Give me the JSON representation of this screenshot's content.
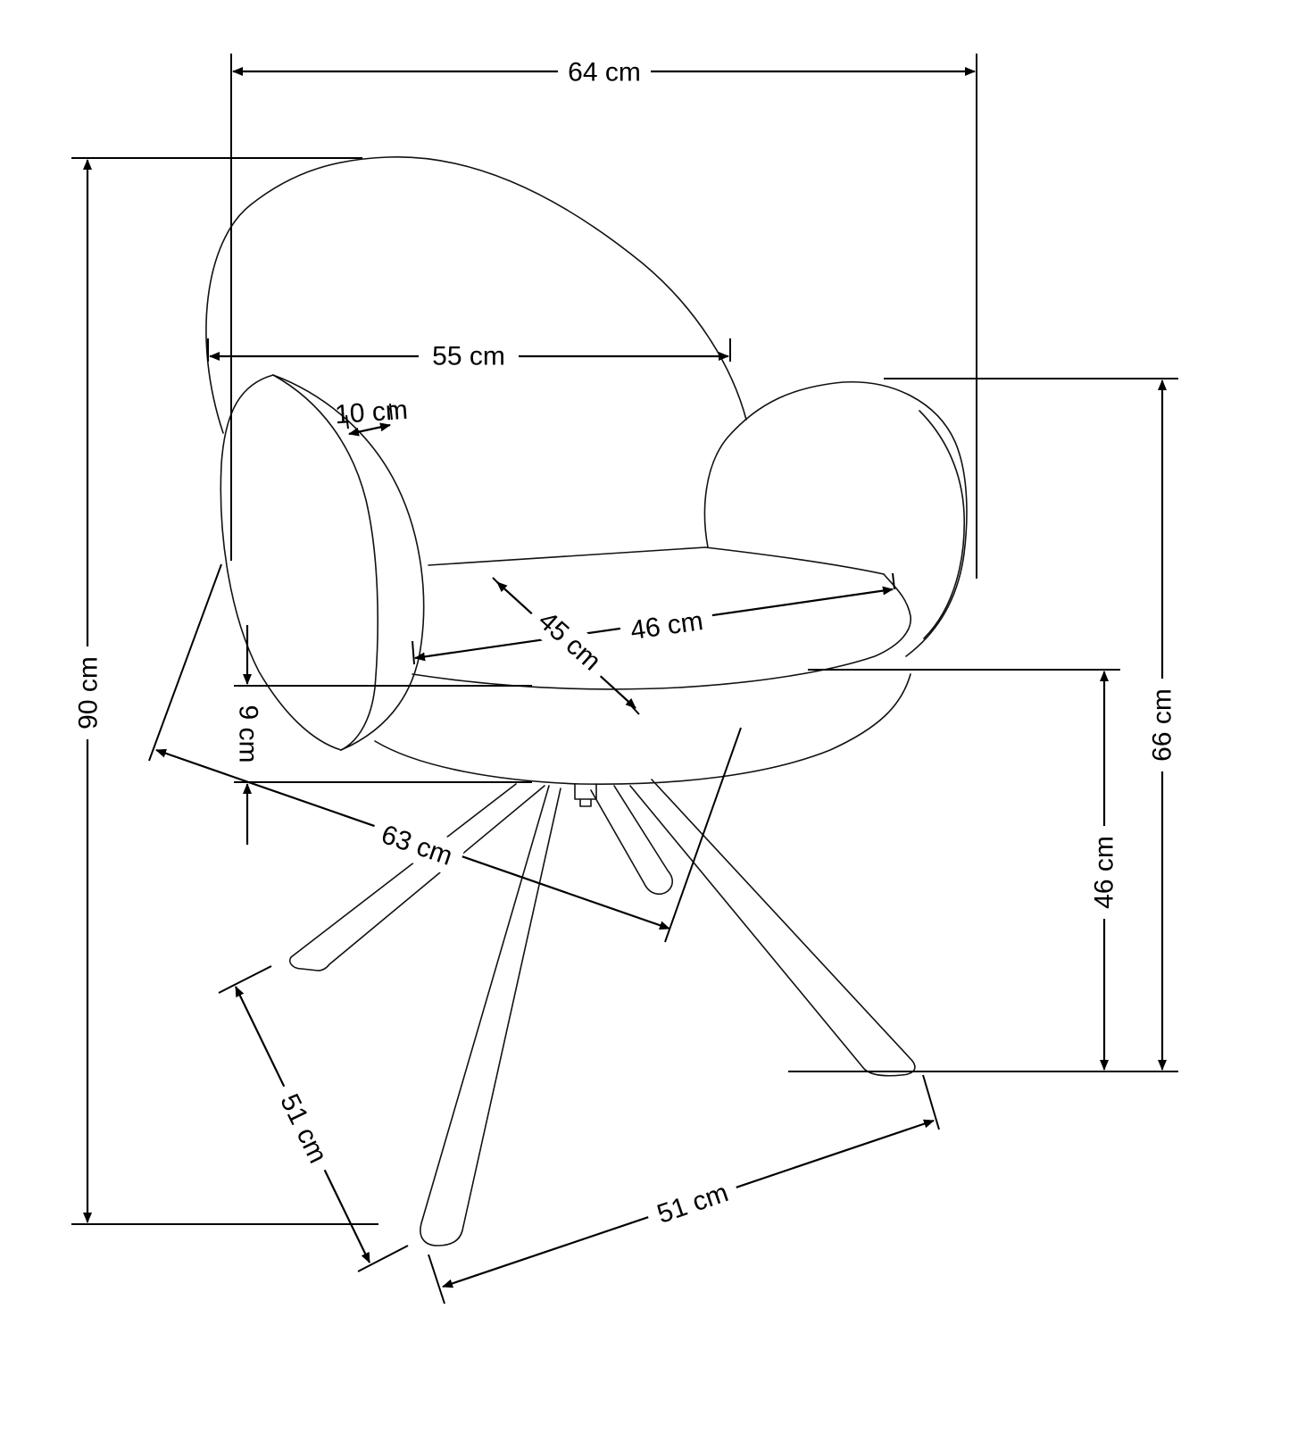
{
  "dimensions": {
    "overall_width": "64 cm",
    "seat_width": "55 cm",
    "armrest_thickness": "10 cm",
    "seat_depth": "45 cm",
    "seat_inner_width": "46 cm",
    "seat_cushion_height": "9 cm",
    "overall_depth": "63 cm",
    "overall_height": "90 cm",
    "armrest_height": "66 cm",
    "seat_height": "46 cm",
    "base_left": "51 cm",
    "base_front": "51 cm"
  },
  "colors": {
    "line": "#000000",
    "background": "#ffffff"
  }
}
